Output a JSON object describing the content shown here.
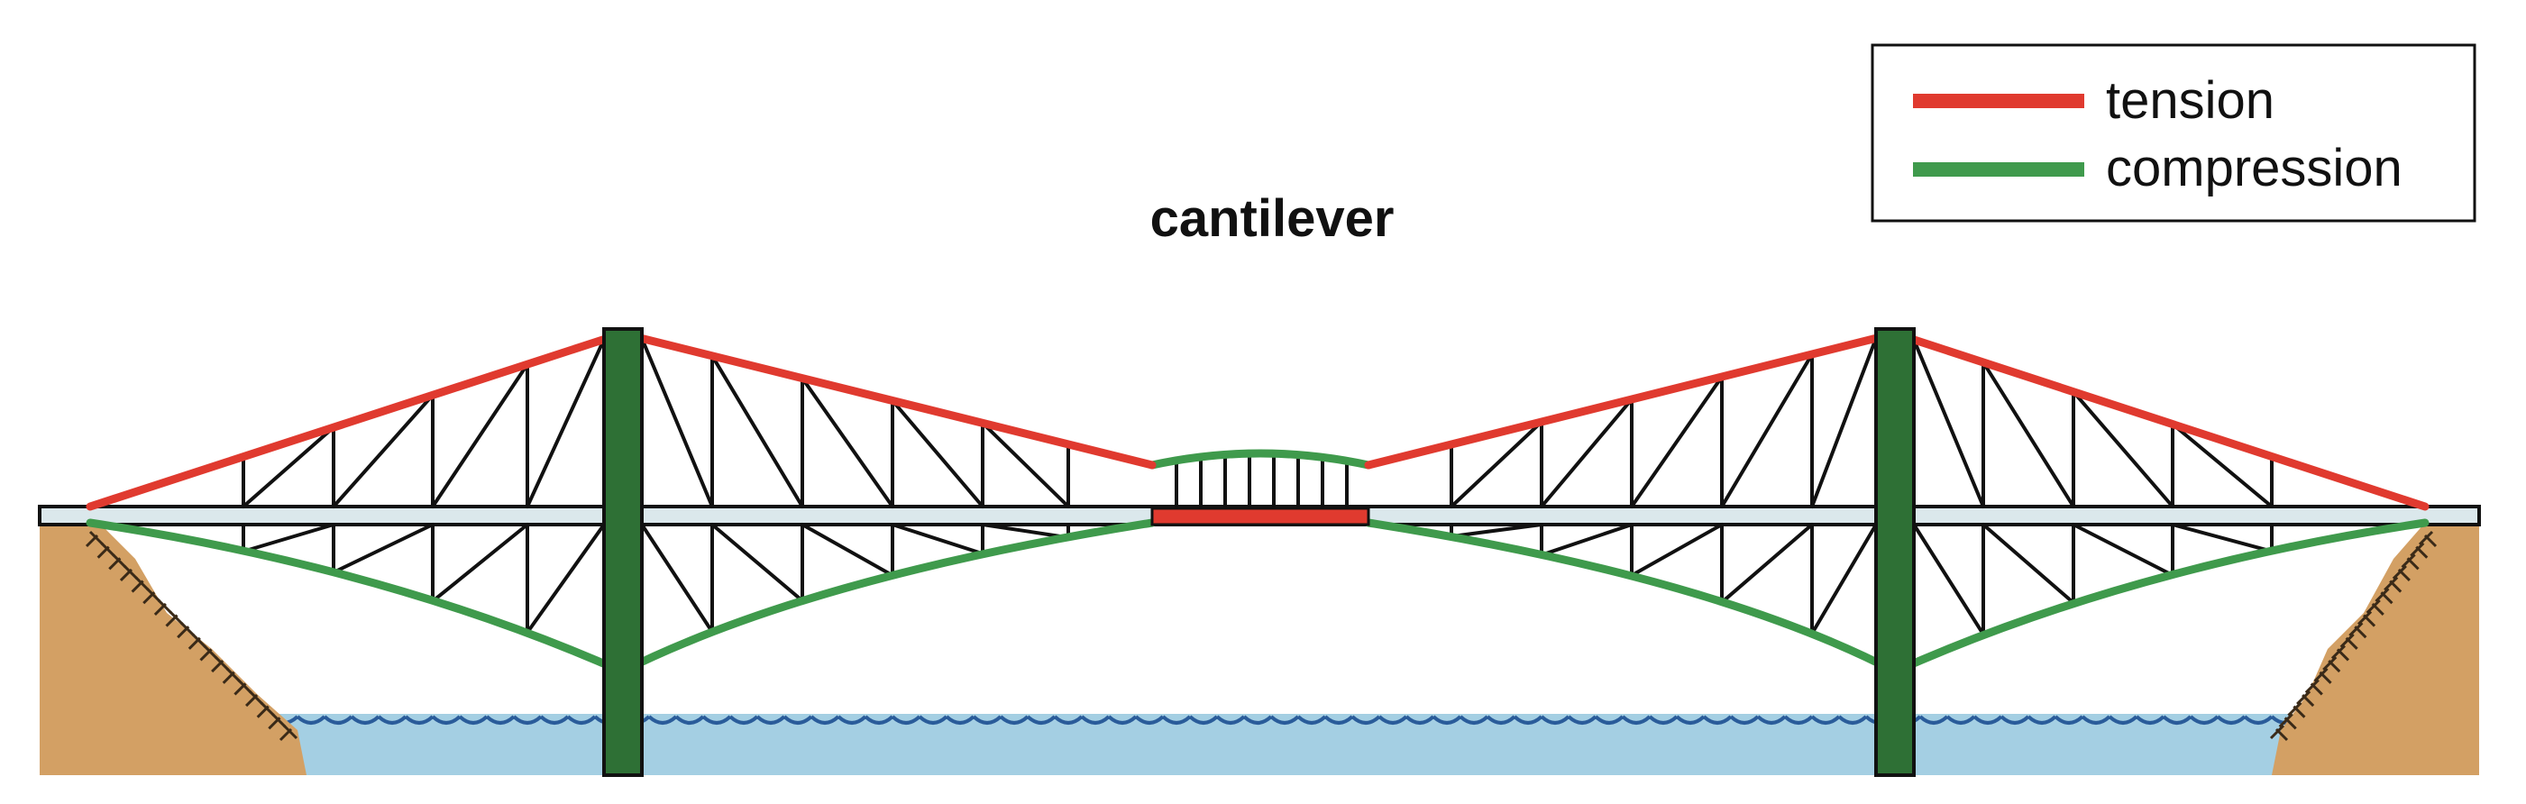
{
  "title": "cantilever",
  "legend": {
    "items": [
      {
        "label": "tension",
        "color": "#e03a2f"
      },
      {
        "label": "compression",
        "color": "#3f9a4c"
      }
    ]
  },
  "colors": {
    "tension": "#e03a2f",
    "compression": "#3f9a4c",
    "tower": "#2e7035",
    "deck": "#dbe8ec",
    "water": "#a4cfe3",
    "wave": "#2a5c9a",
    "cliff": "#d3a064",
    "cliff_hatch": "#3a2a18"
  }
}
